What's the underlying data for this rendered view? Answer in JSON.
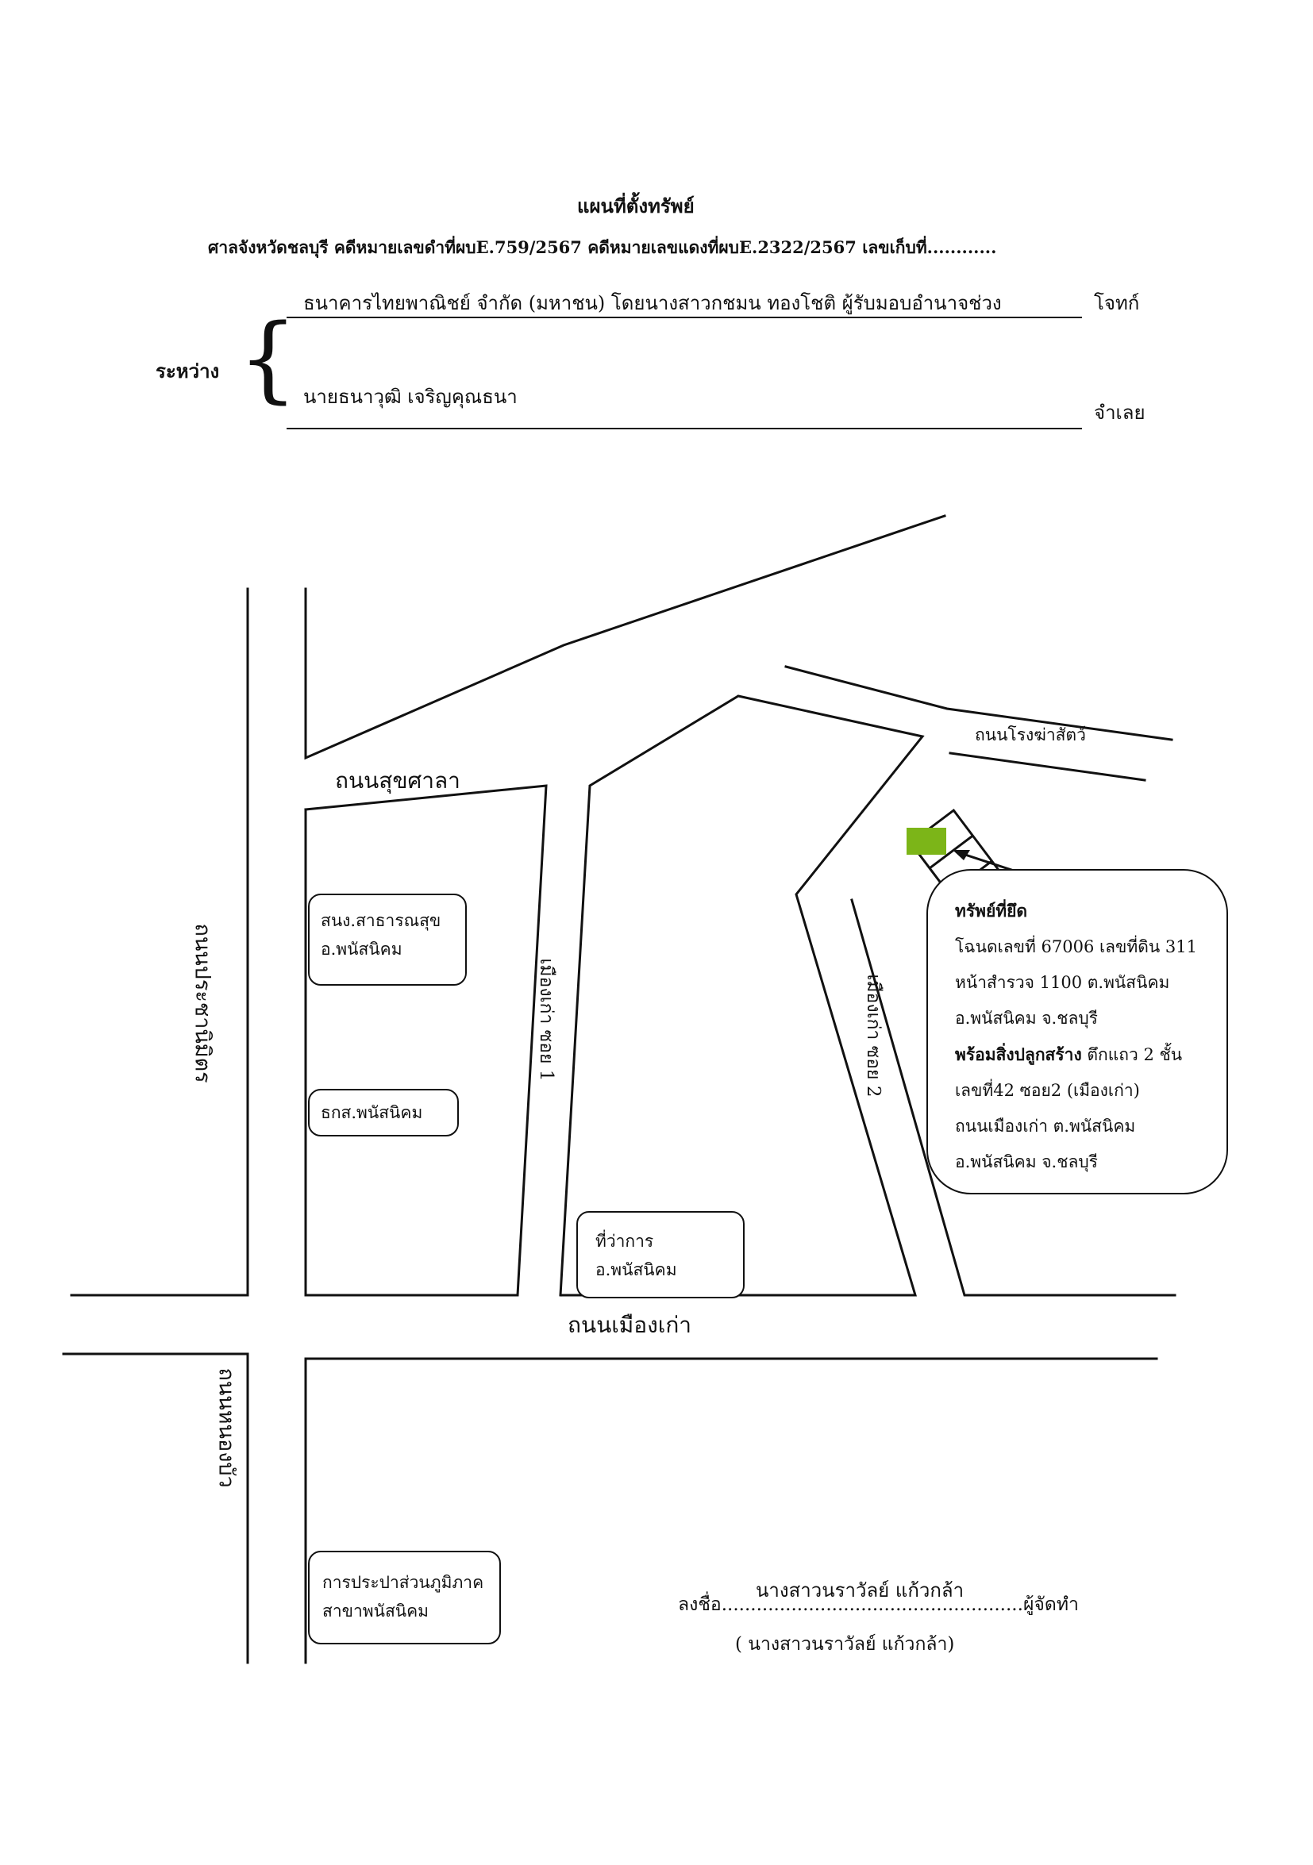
{
  "header": {
    "title": "แผนที่ตั้งทรัพย์",
    "court_line": "ศาลจังหวัดชลบุรี คดีหมายเลขดำที่ผบE.759/2567 คดีหมายเลขแดงที่ผบE.2322/2567 เลขเก็บที่............"
  },
  "parties": {
    "between_label": "ระหว่าง",
    "plaintiff_name": "ธนาคารไทยพาณิชย์ จำกัด (มหาชน) โดยนางสาวกชมน ทองโชติ ผู้รับมอบอำนาจช่วง",
    "plaintiff_role": "โจทก์",
    "defendant_name": "นายธนาวุฒิ เจริญคุณธนา",
    "defendant_role": "จำเลย"
  },
  "roads": {
    "sukhsala": "ถนนสุขศาลา",
    "rongkhasat": "ถนนโรงฆ่าสัตว์",
    "muangkao": "ถนนเมืองเก่า",
    "prachanimit": "ถนนประชานิมิตร",
    "nongbua": "ถนนหนองบัว",
    "soi1": "เมืองเก่า ซอย 1",
    "soi2": "เมืองเก่า ซอย 2"
  },
  "places": {
    "health_office": [
      "สนง.สาธารณสุข",
      "อ.พนัสนิคม"
    ],
    "baac": "ธกส.พนัสนิคม",
    "district_office": [
      "ที่ว่าการ",
      "อ.พนัสนิคม"
    ],
    "waterworks": [
      "การประปาส่วนภูมิภาค",
      "สาขาพนัสนิคม"
    ]
  },
  "property": {
    "heading": "ทรัพย์ที่ยึด",
    "line1": "โฉนดเลขที่ 67006 เลขที่ดิน 311",
    "line2": "หน้าสำรวจ 1100 ต.พนัสนิคม",
    "line3": "อ.พนัสนิคม จ.ชลบุรี",
    "line4_bold": "พร้อมสิ่งปลูกสร้าง",
    "line4_rest": " ตึกแถว 2 ชั้น",
    "line5": "เลขที่42 ซอย2 (เมืองเก่า)",
    "line6": "ถนนเมืองเก่า ต.พนัสนิคม",
    "line7": "อ.พนัสนิคม จ.ชลบุรี",
    "marker_color": "#7cb518"
  },
  "signature": {
    "signed_name": "นางสาวนราวัลย์ แก้วกล้า",
    "sign_prefix": "ลงชื่อ",
    "dots": "....................................................",
    "role": "ผู้จัดทำ",
    "printed_name": "( นางสาวนราวัลย์ แก้วกล้า)"
  }
}
